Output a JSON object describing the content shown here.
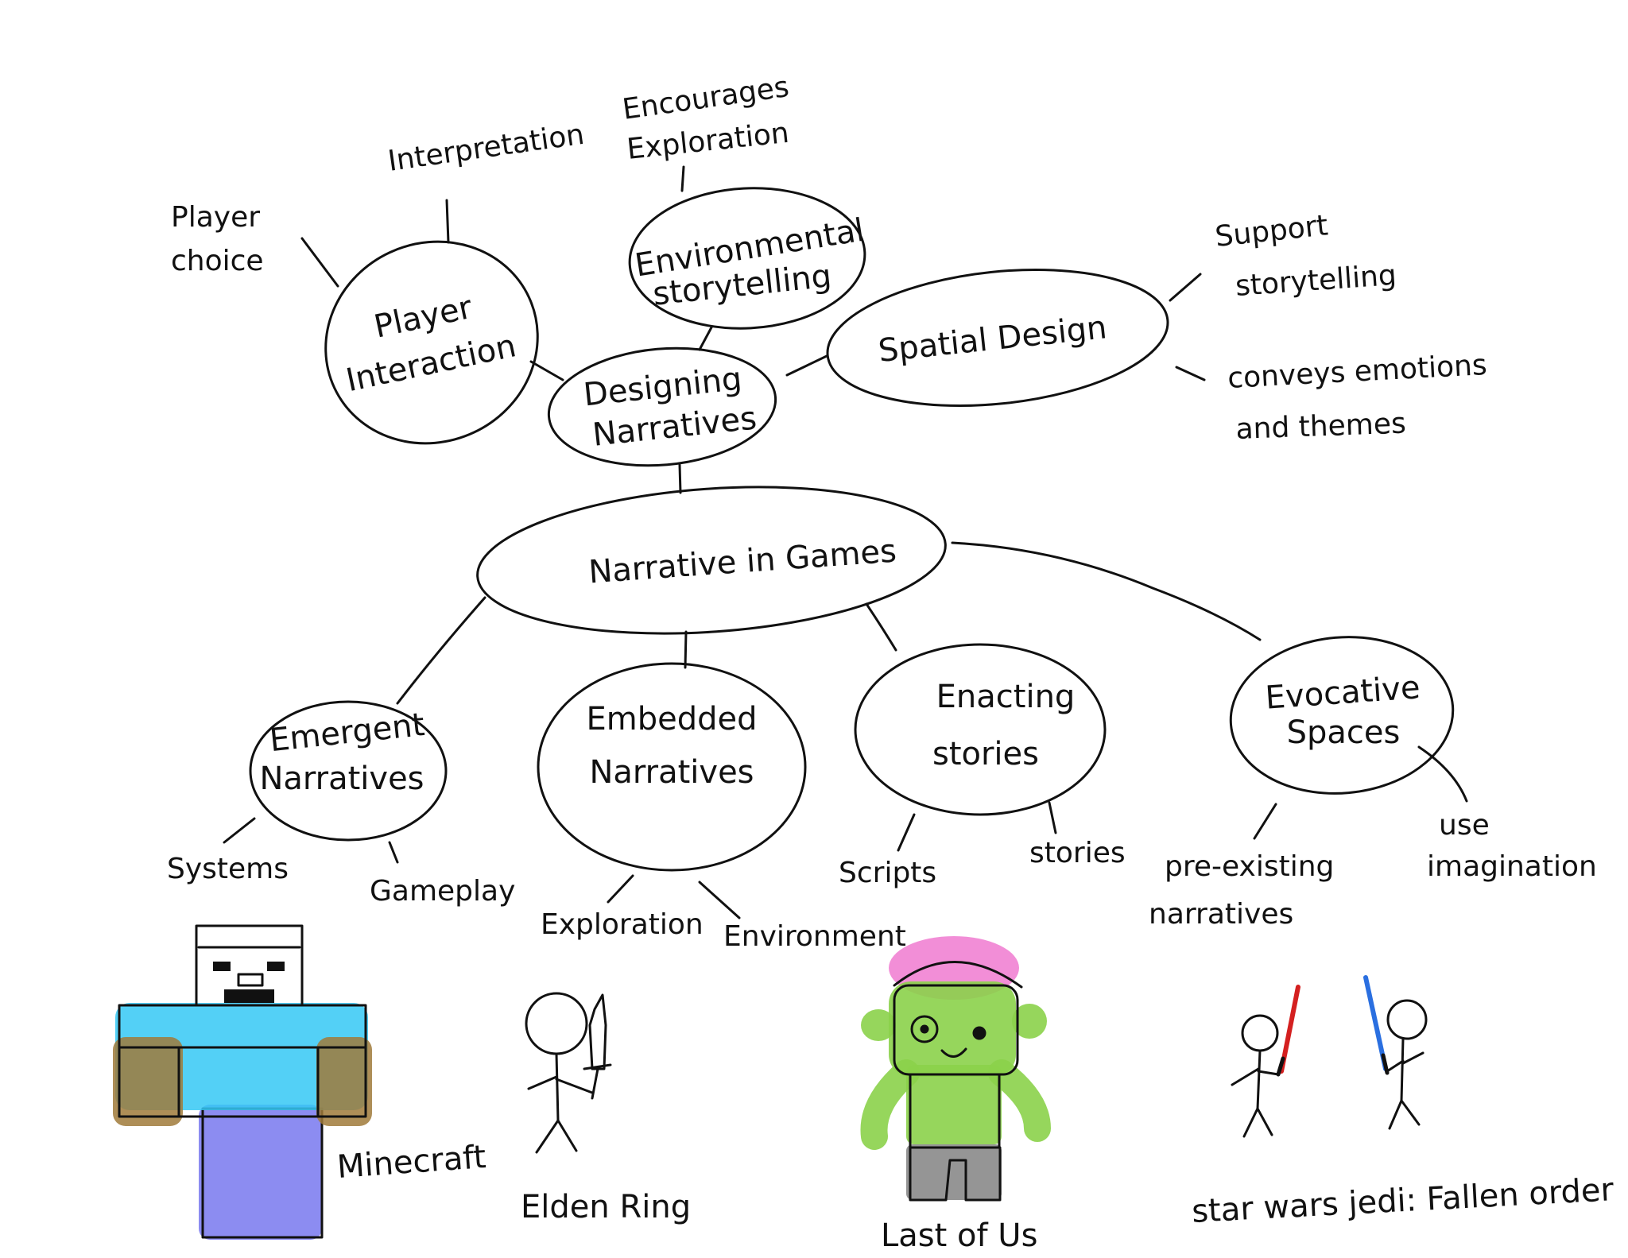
{
  "nodes": {
    "narrative_in_games": "Narrative in Games",
    "designing_narratives": [
      "Designing",
      "Narratives"
    ],
    "player_interaction": [
      "Player",
      "Interaction"
    ],
    "environmental_storytelling": [
      "Environmental",
      "storytelling"
    ],
    "spatial_design": "Spatial Design",
    "emergent_narratives": [
      "Emergent",
      "Narratives"
    ],
    "embedded_narratives": [
      "Embedded",
      "Narratives"
    ],
    "enacting_stories": [
      "Enacting",
      "stories"
    ],
    "evocative_spaces": [
      "Evocative",
      "Spaces"
    ]
  },
  "leaves": {
    "player_choice": [
      "Player",
      "choice"
    ],
    "interpretation": "Interpretation",
    "encourages_exploration": [
      "Encourages",
      "Exploration"
    ],
    "support_storytelling": [
      "Support",
      "storytelling"
    ],
    "conveys_emotions": [
      "conveys emotions",
      "and themes"
    ],
    "systems": "Systems",
    "gameplay": "Gameplay",
    "exploration": "Exploration",
    "environment": "Environment",
    "scripts": "Scripts",
    "stories": "stories",
    "pre_existing": [
      "pre-existing",
      "narratives"
    ],
    "use_imagination": [
      "use",
      "imagination"
    ]
  },
  "captions": {
    "minecraft": "Minecraft",
    "elden_ring": "Elden Ring",
    "last_of_us": "Last of Us",
    "star_wars": "star wars jedi: Fallen order"
  },
  "colors": {
    "ink": "#111111",
    "minecraft_shirt": "#35c8f5",
    "minecraft_skin": "#a07a3a",
    "minecraft_pants": "#7f7ff0",
    "zombie_green": "#8bd24a",
    "zombie_brain": "#f07ad0",
    "zombie_pants": "#8a8a8a",
    "saber_red": "#d42020",
    "saber_blue": "#2a6fe0"
  }
}
